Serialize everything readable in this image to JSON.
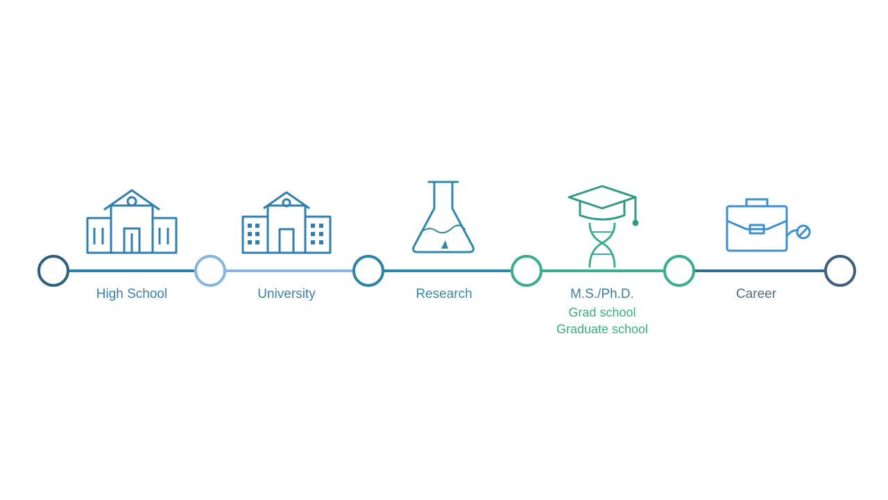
{
  "colors": {
    "line_blue": "#2a7fa6",
    "line_light": "#8bb7de",
    "line_green": "#3aae8e",
    "node_dark": "#2e5f7e",
    "node_light": "#86b5e0",
    "node_teal": "#2b84a8",
    "node_green": "#3aae86",
    "icon_blue": "#2f7fae",
    "icon_teal": "#2f88a6",
    "icon_green": "#2f9a83",
    "icon_case": "#3a8fd0",
    "text_blue": "#3a7fb0",
    "text_teal": "#3a8aa8",
    "text_green": "#3ab07a",
    "text_gray": "#4f6f86"
  },
  "stages": [
    {
      "id": "high-school",
      "label": "High School",
      "icon": "school-building-icon"
    },
    {
      "id": "university",
      "label": "University",
      "icon": "university-building-icon"
    },
    {
      "id": "research",
      "label": "Research",
      "icon": "flask-icon"
    },
    {
      "id": "ms-phd",
      "label": "M.S./Ph.D.",
      "sublabels": [
        "Grad school",
        "Graduate school"
      ],
      "icon": "graduation-cap-dna-icon"
    },
    {
      "id": "career",
      "label": "Career",
      "icon": "briefcase-icon"
    }
  ],
  "end_node": {
    "icon": "end-node"
  }
}
